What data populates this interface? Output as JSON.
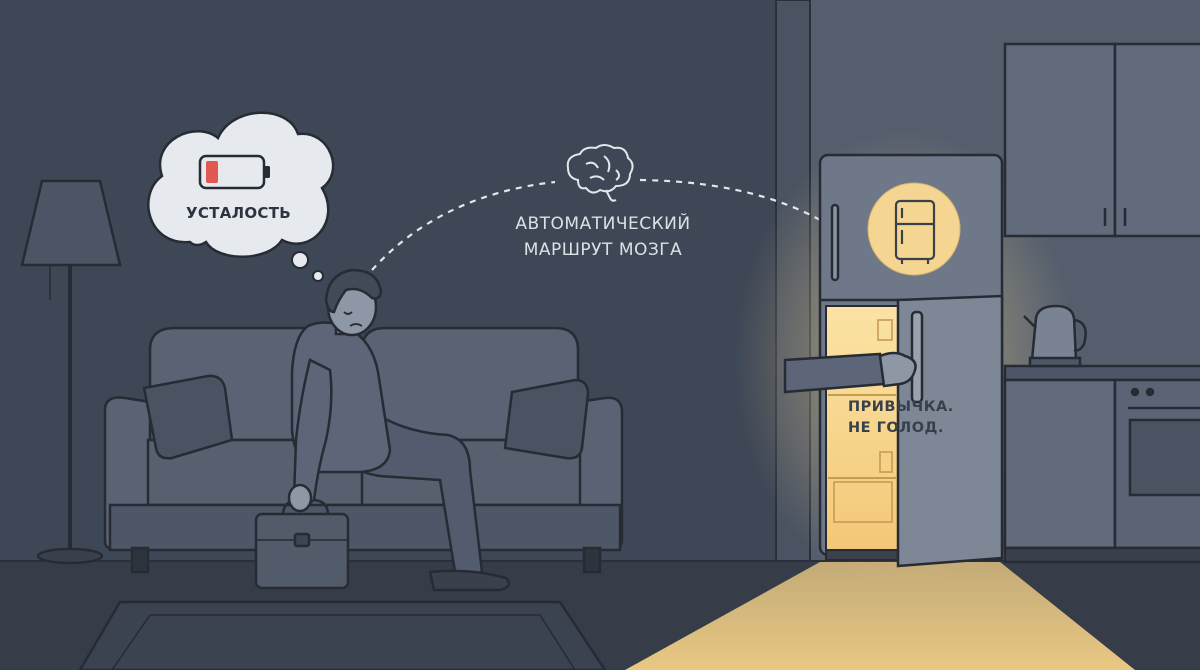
{
  "thought_bubble": {
    "icon": "battery-low-icon",
    "label": "УСТАЛОСТЬ"
  },
  "route": {
    "icon": "brain-icon",
    "line1": "АВТОМАТИЧЕСКИЙ",
    "line2": "МАРШРУТ МОЗГА"
  },
  "fridge_note": {
    "line1": "ПРИВЫЧКА.",
    "line2": "НЕ ГОЛОД."
  },
  "fridge_badge": {
    "icon": "fridge-icon"
  },
  "colors": {
    "wall_left": "#3e4756",
    "wall_right": "#535d6c",
    "floor": "#363d49",
    "fridge_light": "#f5d48a",
    "battery_low": "#e0584f"
  }
}
